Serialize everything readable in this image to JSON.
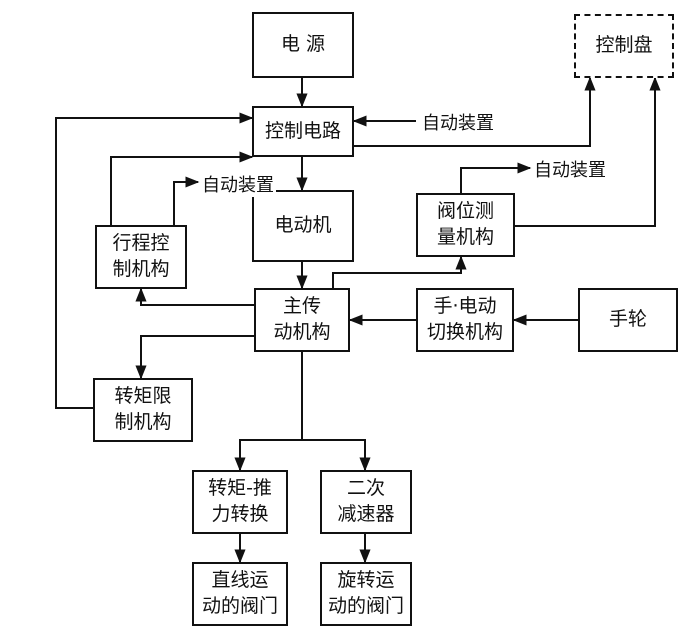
{
  "nodes": {
    "power": "电 源",
    "control_panel": "控制盘",
    "control_circuit": "控制电路",
    "motor": "电动机",
    "stroke_limit": "行程控\n制机构",
    "valve_position": "阀位测\n量机构",
    "main_drive": "主传\n动机构",
    "manual_switch": "手·电动\n切换机构",
    "handwheel": "手轮",
    "torque_limit": "转矩限\n制机构",
    "torque_thrust": "转矩-推\n力转换",
    "secondary_reducer": "二次\n减速器",
    "linear_valve": "直线运\n动的阀门",
    "rotary_valve": "旋转运\n动的阀门"
  },
  "labels": {
    "auto_device_top": "自动装置",
    "auto_device_left": "自动装置",
    "auto_device_right": "自动装置"
  }
}
